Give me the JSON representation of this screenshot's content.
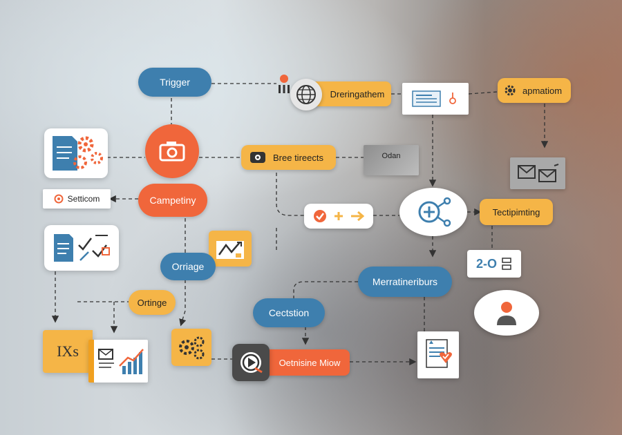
{
  "nodes": {
    "trigger": "Trigger",
    "dreringathem": "Dreringathem",
    "apmatiom": "apmatiom",
    "bree_tireects": "Bree tireects",
    "odan": "Odan",
    "setticom": "Setticom",
    "campetiny": "Campetiny",
    "tectipimting": "Tectipimting",
    "orriage": "Orriage",
    "ortinge": "Ortinge",
    "merratineriburs": "Merratineriburs",
    "cectstion": "Cectstion",
    "oetnisine_miow": "Oetnisine Miow",
    "ixs": "IXs",
    "number_badge": "2-O"
  },
  "colors": {
    "blue": "#3e7fae",
    "orange": "#f0663b",
    "yellow": "#f5b547",
    "white": "#ffffff",
    "gray": "#9a9a9a",
    "dark": "#555555"
  },
  "icons": [
    "globe-icon",
    "gear-icon",
    "camera-icon",
    "document-icon",
    "envelope-icon",
    "chart-icon",
    "play-icon",
    "checklist-icon",
    "user-icon",
    "check-icon",
    "plus-icon",
    "arrow-right-icon",
    "network-plus-icon",
    "wallet-icon"
  ]
}
